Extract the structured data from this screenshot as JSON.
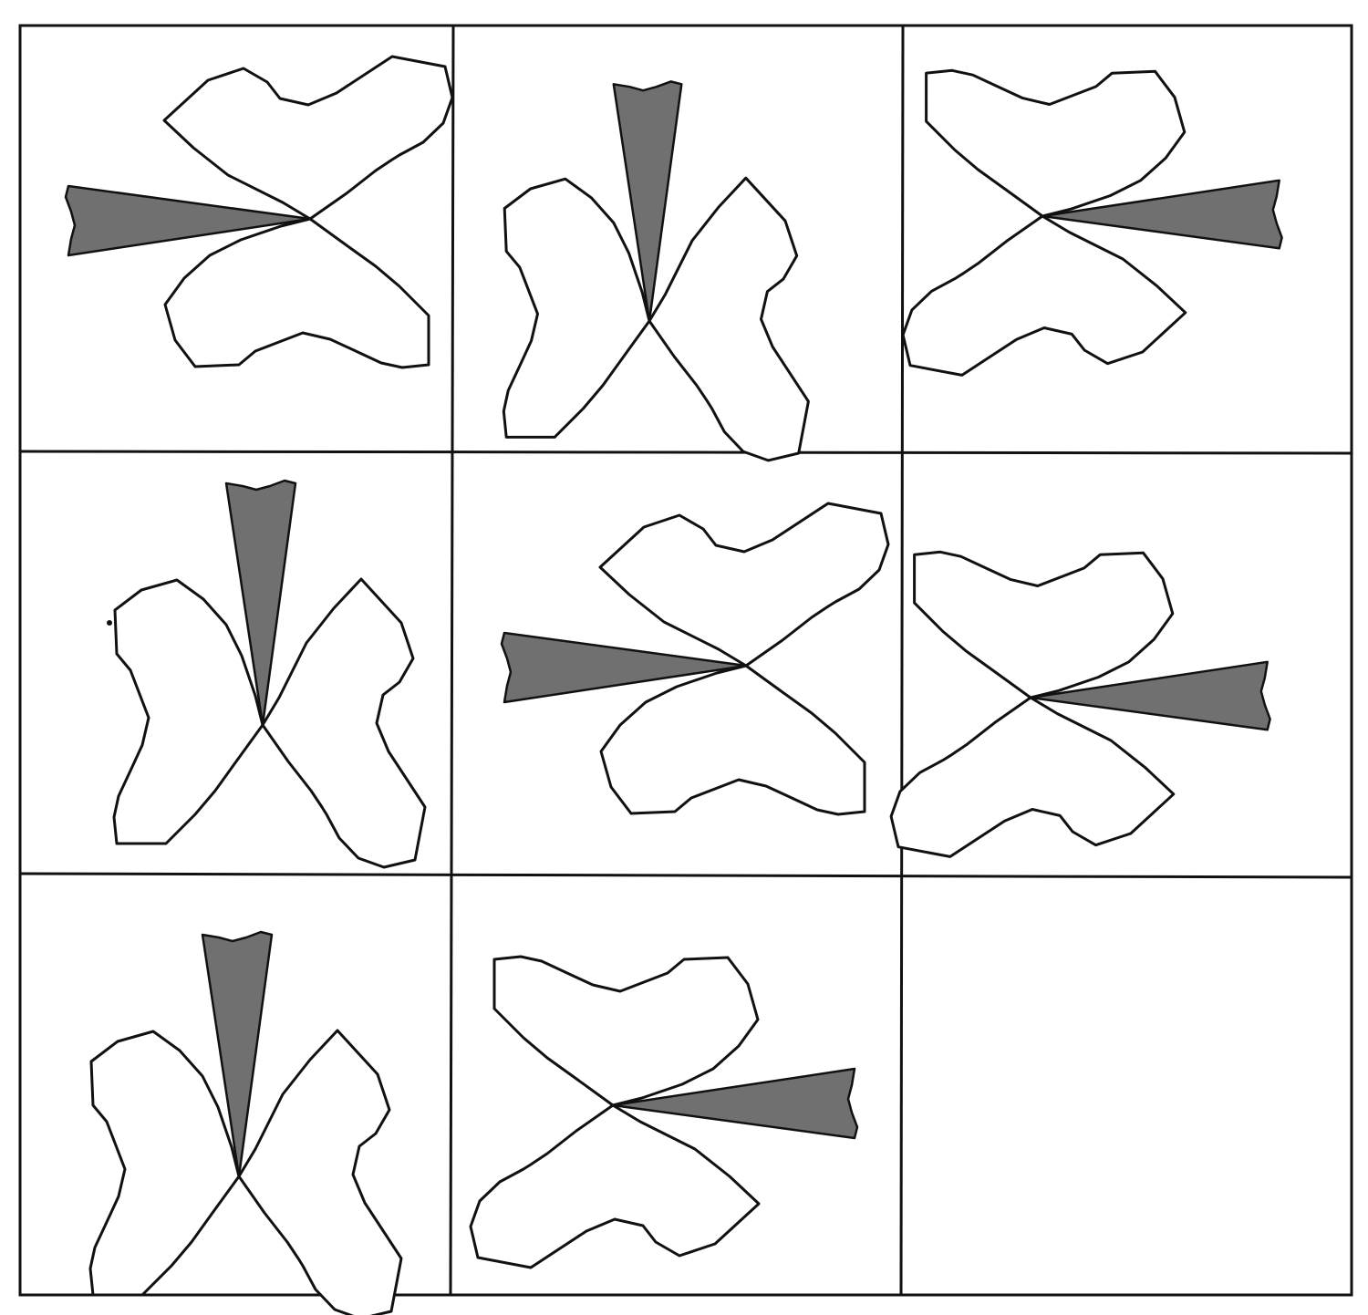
{
  "puzzle": {
    "grid": {
      "rows": 3,
      "cols": 3,
      "line_color": "#111111"
    },
    "shape_fill": "#ffffff",
    "wedge_fill": "#707070",
    "cells": [
      {
        "row": 0,
        "col": 0,
        "figure": "bowtie",
        "wedge_points": "left"
      },
      {
        "row": 0,
        "col": 1,
        "figure": "bowtie",
        "wedge_points": "up"
      },
      {
        "row": 0,
        "col": 2,
        "figure": "bowtie",
        "wedge_points": "right"
      },
      {
        "row": 1,
        "col": 0,
        "figure": "bowtie",
        "wedge_points": "up"
      },
      {
        "row": 1,
        "col": 1,
        "figure": "bowtie",
        "wedge_points": "left"
      },
      {
        "row": 1,
        "col": 2,
        "figure": "bowtie",
        "wedge_points": "right"
      },
      {
        "row": 2,
        "col": 0,
        "figure": "bowtie",
        "wedge_points": "up"
      },
      {
        "row": 2,
        "col": 1,
        "figure": "bowtie",
        "wedge_points": "right"
      },
      {
        "row": 2,
        "col": 2,
        "figure": "empty",
        "wedge_points": "none"
      }
    ]
  }
}
